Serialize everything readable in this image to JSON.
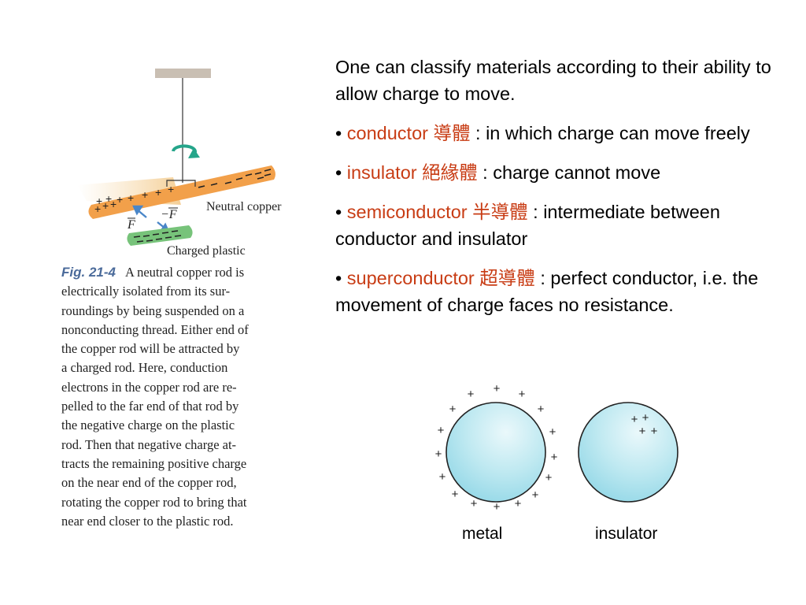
{
  "slide": {
    "paragraphs": [
      {
        "text": "One can classify materials according to their ability to allow charge to move."
      },
      {
        "bullet": "•",
        "term": "conductor 導體",
        "rest": " : in which charge can move freely"
      },
      {
        "bullet": "•",
        "term": "insulator 絕緣體",
        "rest": " : charge cannot move"
      },
      {
        "bullet": "•",
        "term": "semiconductor 半導體",
        "rest": " : intermediate between conductor and insulator"
      },
      {
        "bullet": "•",
        "term": "superconductor 超導體",
        "rest": " : perfect conductor, i.e. the movement of charge faces no resistance."
      }
    ],
    "term_color": "#c83c14"
  },
  "figure": {
    "label_neutral": "Neutral copper",
    "label_plastic": "Charged plastic",
    "force_left": "F",
    "force_right": "−F",
    "fig_number": "Fig. 21-4",
    "caption_lines": [
      "A neutral copper rod is",
      "electrically isolated from its sur-",
      "roundings by being suspended on a",
      "nonconducting thread. Either end of",
      "the copper rod will be attracted by",
      "a charged rod. Here, conduction",
      "electrons in the copper rod are re-",
      "pelled to the far end of that rod by",
      "the negative charge on the plastic",
      "rod. Then that negative charge at-",
      "tracts the remaining positive charge",
      "on the near end of the copper rod,",
      "rotating the copper rod to bring that",
      "near end closer to the plastic rod."
    ]
  },
  "spheres": {
    "metal_label": "metal",
    "insulator_label": "insulator"
  }
}
